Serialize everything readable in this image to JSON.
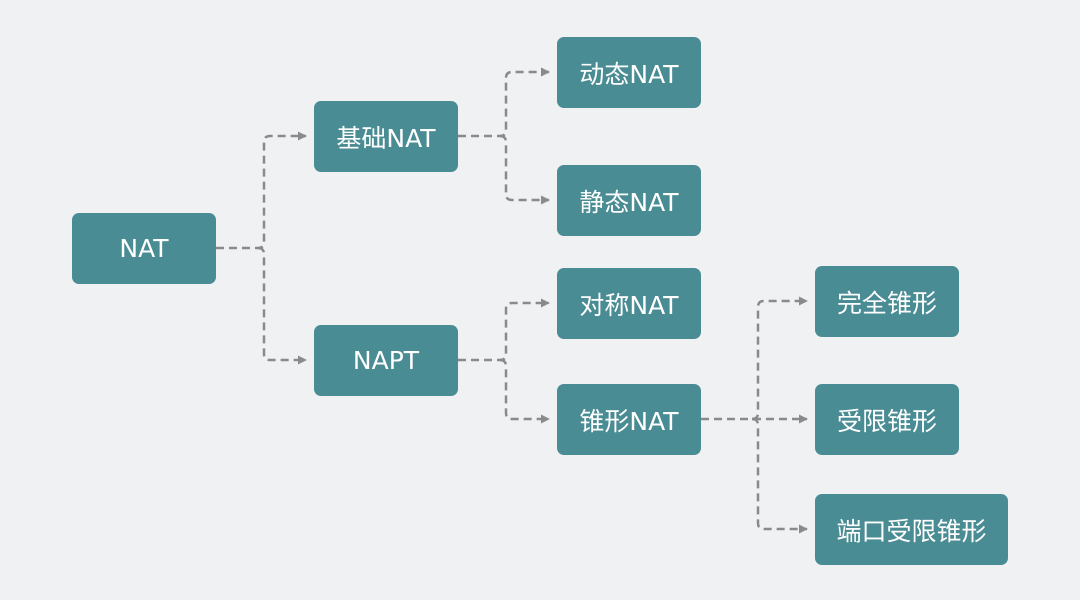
{
  "diagram": {
    "type": "tree",
    "colors": {
      "node_fill": "#4a8c93",
      "node_text": "#ffffff",
      "connector": "#8a8a8a",
      "background": "#f0f1f3"
    },
    "nodes": {
      "nat": {
        "label": "NAT"
      },
      "basic_nat": {
        "label": "基础NAT"
      },
      "napt": {
        "label": "NAPT"
      },
      "dynamic_nat": {
        "label": "动态NAT"
      },
      "static_nat": {
        "label": "静态NAT"
      },
      "symmetric_nat": {
        "label": "对称NAT"
      },
      "cone_nat": {
        "label": "锥形NAT"
      },
      "full_cone": {
        "label": "完全锥形"
      },
      "restricted_cone": {
        "label": "受限锥形"
      },
      "port_restricted_cone": {
        "label": "端口受限锥形"
      }
    },
    "edges": [
      [
        "nat",
        "basic_nat"
      ],
      [
        "nat",
        "napt"
      ],
      [
        "basic_nat",
        "dynamic_nat"
      ],
      [
        "basic_nat",
        "static_nat"
      ],
      [
        "napt",
        "symmetric_nat"
      ],
      [
        "napt",
        "cone_nat"
      ],
      [
        "cone_nat",
        "full_cone"
      ],
      [
        "cone_nat",
        "restricted_cone"
      ],
      [
        "cone_nat",
        "port_restricted_cone"
      ]
    ]
  }
}
